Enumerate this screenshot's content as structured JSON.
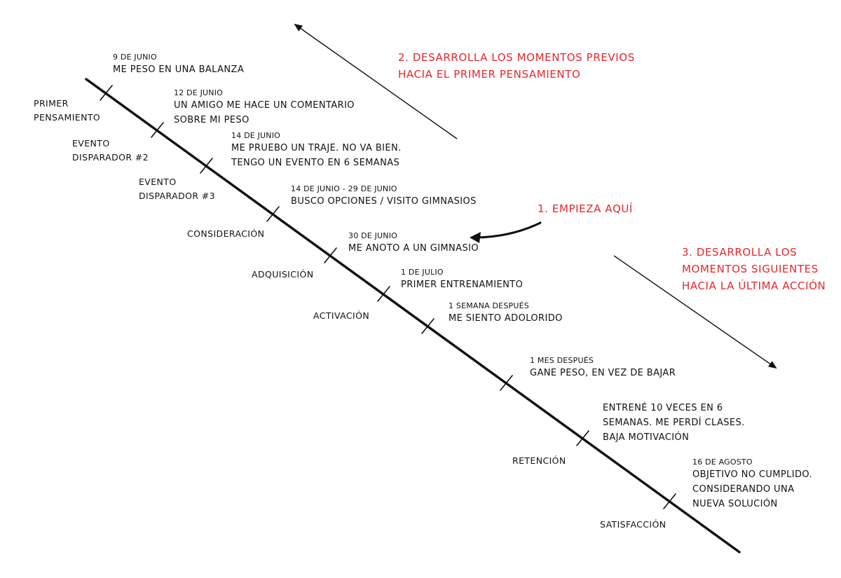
{
  "colors": {
    "line": "#111111",
    "accent": "#e8262a",
    "background": "#ffffff"
  },
  "notes": {
    "step1": "1. Empieza aquí",
    "step2": [
      "2. Desarrolla los momentos previos",
      "hacia el primer pensamiento"
    ],
    "step3": [
      "3. Desarrolla los",
      "momentos siguientes",
      "hacia la última acción"
    ]
  },
  "events": [
    {
      "date": "9 de junio",
      "lines": [
        "Me peso en una balanza"
      ]
    },
    {
      "date": "12 de junio",
      "lines": [
        "Un amigo me hace un comentario",
        "sobre mi peso"
      ]
    },
    {
      "date": "14 de junio",
      "lines": [
        "Me pruebo un traje. No va bien.",
        "Tengo un evento en 6 semanas"
      ]
    },
    {
      "date": "14 de junio - 29 de junio",
      "lines": [
        "Busco opciones / Visito gimnasios"
      ]
    },
    {
      "date": "30 de junio",
      "lines": [
        "Me anoto a un gimnasio"
      ]
    },
    {
      "date": "1 de julio",
      "lines": [
        "Primer entrenamiento"
      ]
    },
    {
      "date": "1 semana después",
      "lines": [
        "Me siento adolorido"
      ]
    },
    {
      "date": "1 mes después",
      "lines": [
        "Gane peso, en vez de bajar"
      ]
    },
    {
      "date": "",
      "lines": [
        "Entrené 10 veces en 6",
        "semanas. Me perdí clases.",
        "Baja motivación"
      ]
    },
    {
      "date": "16 de agosto",
      "lines": [
        "Objetivo no cumplido.",
        "Considerando una",
        "nueva solución"
      ]
    }
  ],
  "stages": [
    {
      "lines": [
        "Primer",
        "pensamiento"
      ]
    },
    {
      "lines": [
        "Evento",
        "disparador #2"
      ]
    },
    {
      "lines": [
        "Evento",
        "disparador #3"
      ]
    },
    {
      "lines": [
        "Consideración"
      ]
    },
    {
      "lines": [
        "Adquisición"
      ]
    },
    {
      "lines": [
        "Activación"
      ]
    },
    {
      "lines": [
        "Retención"
      ]
    },
    {
      "lines": [
        "Satisfacción"
      ]
    }
  ]
}
